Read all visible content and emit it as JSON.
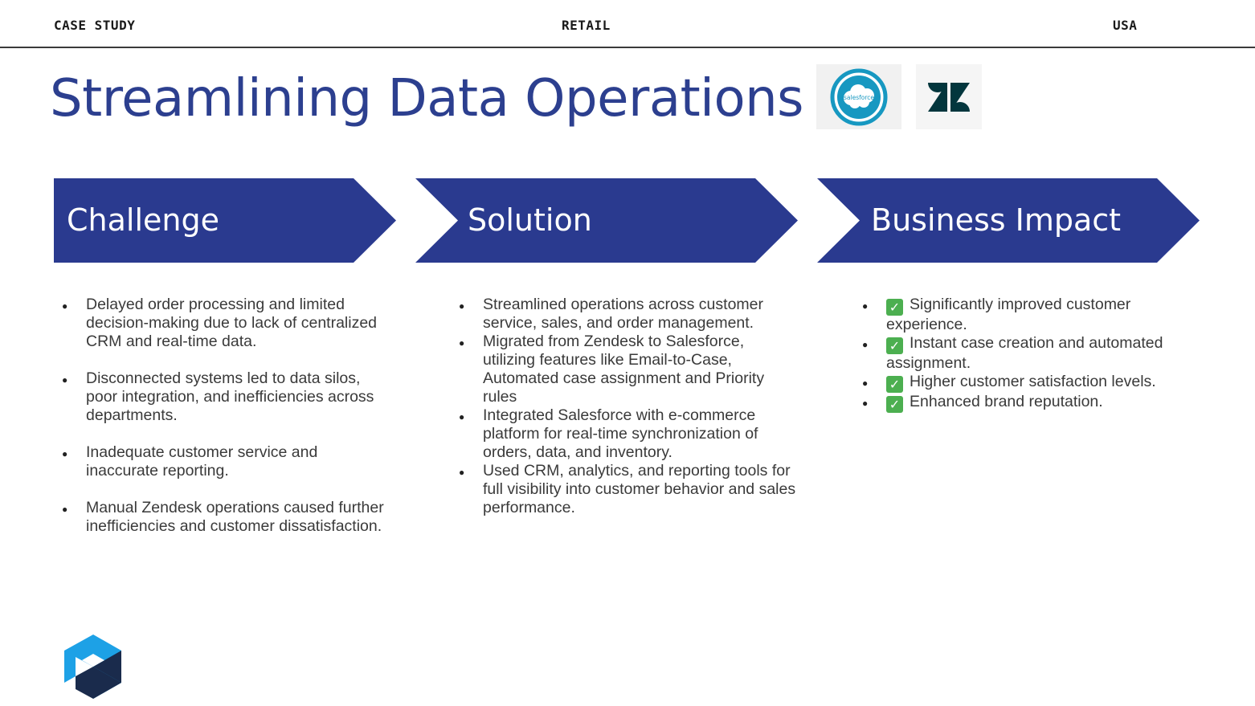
{
  "header": {
    "left": "CASE  STUDY",
    "center": "RETAIL",
    "right": "USA"
  },
  "title": "Streamlining Data Operations",
  "logos": {
    "salesforce_text": "salesforce",
    "icons": [
      "salesforce-logo",
      "zendesk-logo",
      "brand-p-logo"
    ]
  },
  "colors": {
    "accent": "#2a3a8f",
    "title": "#2c3f8f",
    "check": "#4caf50"
  },
  "sections": {
    "challenge": {
      "heading": "Challenge",
      "items": [
        "Delayed order processing and limited decision-making due to lack of centralized CRM and real-time data.",
        "Disconnected systems led to data silos, poor integration, and inefficiencies across departments.",
        "Inadequate customer service and inaccurate reporting.",
        "Manual Zendesk operations caused further inefficiencies and customer dissatisfaction."
      ]
    },
    "solution": {
      "heading": "Solution",
      "items": [
        "Streamlined operations across customer service, sales, and order management.",
        "Migrated from Zendesk to Salesforce, utilizing features like Email-to-Case, Automated case assignment and Priority rules",
        "Integrated Salesforce with e-commerce platform for real-time synchronization of orders, data, and inventory.",
        "Used CRM, analytics, and reporting tools for full visibility into customer behavior and sales performance."
      ]
    },
    "impact": {
      "heading": "Business Impact",
      "items": [
        "Significantly improved customer experience.",
        "Instant case creation and automated assignment.",
        "Higher customer satisfaction levels.",
        "Enhanced brand reputation."
      ]
    }
  }
}
